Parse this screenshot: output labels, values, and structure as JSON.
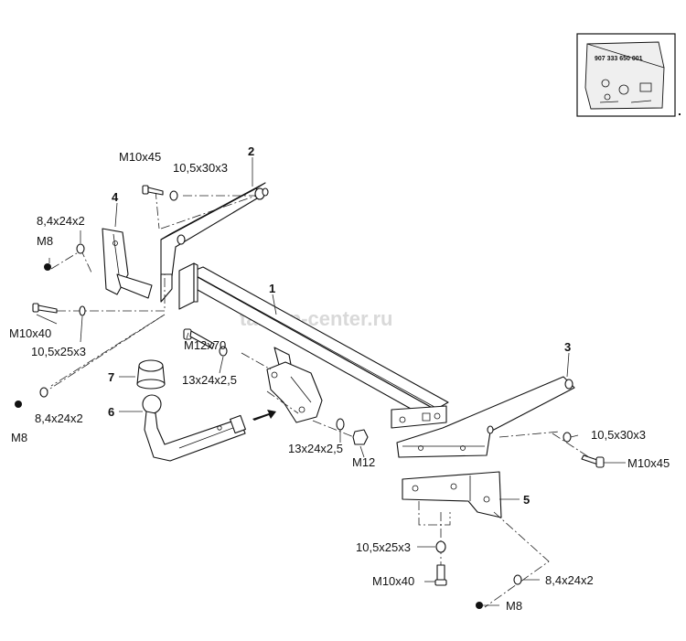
{
  "watermark": "tarkop-center.ru",
  "kit_box": {
    "code": "907 333 650 001"
  },
  "callouts": {
    "part1": "1",
    "part2": "2",
    "part3": "3",
    "part4": "4",
    "part5": "5",
    "part6": "6",
    "part7": "7"
  },
  "fasteners": {
    "bolt_m10x45_top": "M10x45",
    "washer_105x30x3_top": "10,5x30x3",
    "washer_84x24x2_left": "8,4x24x2",
    "nut_m8_left": "M8",
    "bolt_m10x40_left": "M10x40",
    "washer_105x25x3_left": "10,5x25x3",
    "bolt_m12x70": "M12x70",
    "washer_13x24x25_a": "13x24x2,5",
    "washer_84x24x2_lower_left": "8,4x24x2",
    "nut_m8_lower_left": "M8",
    "washer_13x24x25_b": "13x24x2,5",
    "nut_m12": "M12",
    "washer_105x30x3_right": "10,5x30x3",
    "bolt_m10x45_right": "M10x45",
    "washer_105x25x3_bottom": "10,5x25x3",
    "bolt_m10x40_bottom": "M10x40",
    "washer_84x24x2_bottom": "8,4x24x2",
    "nut_m8_bottom": "M8"
  }
}
